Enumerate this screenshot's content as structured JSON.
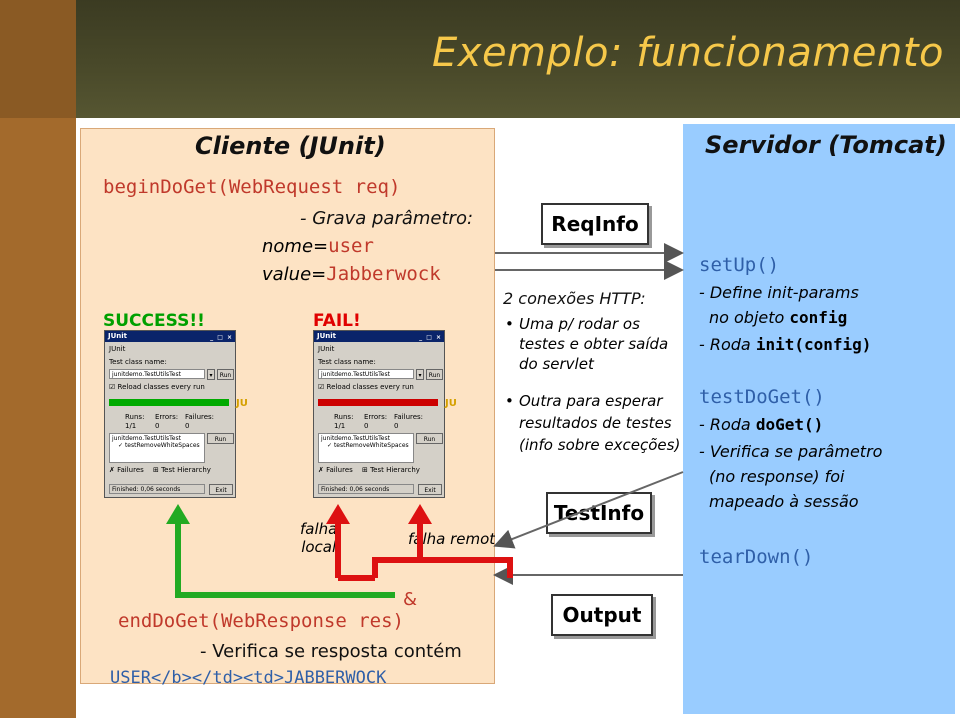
{
  "slide": {
    "title": "Exemplo: funcionamento"
  },
  "client": {
    "title": "Cliente (JUnit)",
    "begin_code": "beginDoGet(WebRequest req)",
    "grava": "- Grava parâmetro:",
    "nome_label": "nome=",
    "nome_value": "user",
    "value_label": "value=",
    "value_value": "Jabberwock",
    "success": "SUCCESS!!",
    "fail": "FAIL!",
    "falha_local": "falha\nlocal",
    "falha_remota": "falha remota",
    "amp": "&",
    "end_code": "endDoGet(WebResponse res)",
    "verifica": "- Verifica se resposta contém",
    "end_value": "USER</b></td><td>JABBERWOCK"
  },
  "junit_windows": [
    {
      "title": "JUnit",
      "menu": "JUnit",
      "test_class_label": "Test class name:",
      "test_class_value": "junitdemo.TestUtilsTest",
      "run_label": "Run",
      "reload_label": "Reload classes every run",
      "runs_label": "Runs:",
      "runs_value": "1/1",
      "errors_label": "Errors:",
      "errors_value": "0",
      "failures_label": "Failures:",
      "failures_value": "0",
      "tree_item1": "junitdemo.TestUtilsTest",
      "tree_item2": "testRemoveWhiteSpaces",
      "failures_tab": "Failures",
      "hierarchy_tab": "Test Hierarchy",
      "finished": "Finished: 0,06 seconds",
      "exit_label": "Exit",
      "bar_color": "#00aa00"
    },
    {
      "title": "JUnit",
      "menu": "JUnit",
      "test_class_label": "Test class name:",
      "test_class_value": "junitdemo.TestUtilsTest",
      "run_label": "Run",
      "reload_label": "Reload classes every run",
      "runs_label": "Runs:",
      "runs_value": "1/1",
      "errors_label": "Errors:",
      "errors_value": "0",
      "failures_label": "Failures:",
      "failures_value": "0",
      "tree_item1": "junitdemo.TestUtilsTest",
      "tree_item2": "testRemoveWhiteSpaces",
      "failures_tab": "Failures",
      "hierarchy_tab": "Test Hierarchy",
      "finished": "Finished: 0,06 seconds",
      "exit_label": "Exit",
      "bar_color": "#cc0000"
    }
  ],
  "middle": {
    "reqinfo": "ReqInfo",
    "conexoes": "2 conexões HTTP:",
    "bullet1": "Uma p/ rodar os testes e obter saída do servlet",
    "bullet2": "Outra para esperar resultados de testes (info sobre exceções)",
    "testinfo": "TestInfo",
    "output": "Output"
  },
  "server": {
    "title": "Servidor (Tomcat)",
    "setup": "setUp()",
    "define": "- Define init-params",
    "no_objeto": "no objeto ",
    "config": "config",
    "roda": "- Roda ",
    "init_config": "init(config)",
    "testdoget": "testDoGet()",
    "roda2": "- Roda ",
    "doget": "doGet()",
    "verifica": "- Verifica se parâmetro",
    "no_response": "(no response) foi",
    "mapeado": "mapeado à sessão",
    "teardown": "tearDown()"
  },
  "colors": {
    "success_green": "#00a000",
    "fail_red": "#e00000",
    "arrow_green": "#22aa22",
    "arrow_red": "#dd1111",
    "code_orange": "#c0392b",
    "code_blue": "#2f5fa8",
    "server_bg": "#99ccff",
    "client_bg": "#fde3c4",
    "title_yellow": "#f6c84a"
  }
}
